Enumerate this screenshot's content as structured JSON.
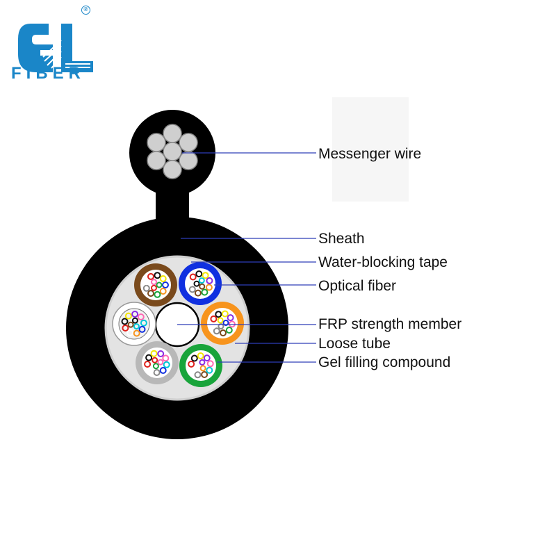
{
  "logo": {
    "brand_text": "FIBER",
    "registered_mark": "®",
    "brand_color": "#1a86c8"
  },
  "diagram": {
    "labels": [
      {
        "id": "messenger",
        "text": "Messenger wire"
      },
      {
        "id": "sheath",
        "text": "Sheath"
      },
      {
        "id": "tape",
        "text": "Water-blocking tape"
      },
      {
        "id": "fiber",
        "text": "Optical fiber"
      },
      {
        "id": "frp",
        "text": "FRP strength member"
      },
      {
        "id": "tube",
        "text": "Loose tube"
      },
      {
        "id": "gel",
        "text": "Gel filling compound"
      }
    ],
    "leader_line_color": "#2e3db8",
    "loose_tube_colors": [
      "#7a4a1c",
      "#1030e0",
      "#f7941d",
      "#19a43b",
      "#b8b8b8",
      "#ffffff"
    ],
    "fiber_colors": [
      "#1030e0",
      "#f7941d",
      "#19a43b",
      "#7a4a1c",
      "#888888",
      "#ffffff",
      "#e0201b",
      "#111111",
      "#f3e600",
      "#8a2be2",
      "#ff69b4",
      "#00c8d8"
    ]
  }
}
